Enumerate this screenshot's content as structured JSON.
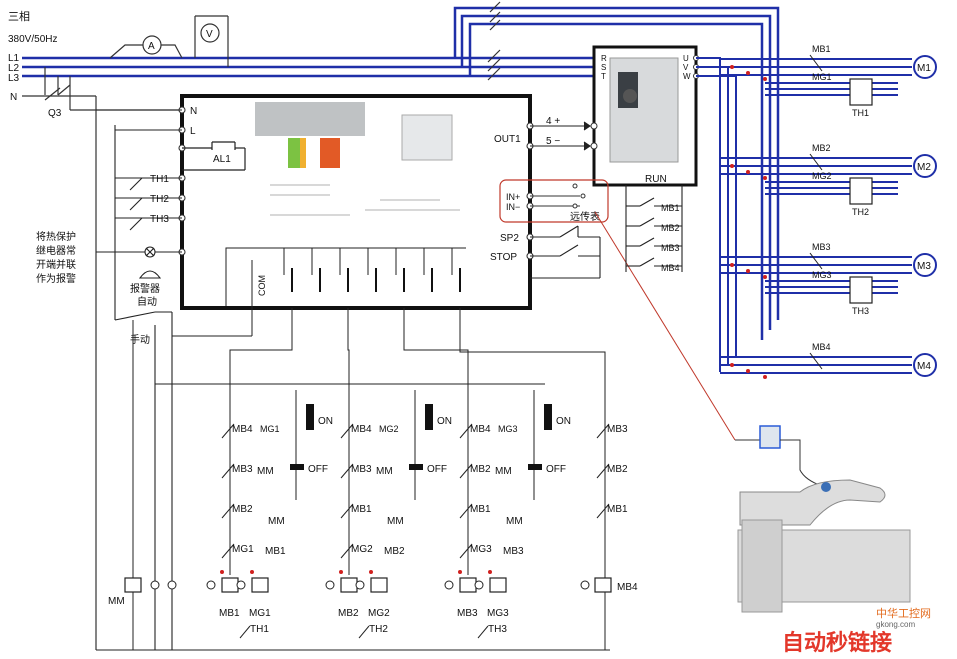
{
  "supply": {
    "title": "三相",
    "spec": "380V/50Hz",
    "phases": [
      "L1",
      "L2",
      "L3"
    ],
    "neutral": "N",
    "breaker": "Q3"
  },
  "meters": {
    "ammeter": "A",
    "voltmeter": "V"
  },
  "controller": {
    "term_n": "N",
    "term_l": "L",
    "alarm_out": "AL1",
    "common": "COM",
    "out1": "OUT1",
    "out_plus": "4 +",
    "out_minus": "5 −"
  },
  "thermal_contacts": [
    "TH1",
    "TH2",
    "TH3"
  ],
  "alarm_note": [
    "将热保护",
    "继电器常",
    "开端并联",
    "作为报警"
  ],
  "alarm_label": "报警器",
  "mode": {
    "auto": "自动",
    "manual": "手动"
  },
  "vfd": {
    "terminals_in": [
      "R",
      "S",
      "T"
    ],
    "terminals_out": [
      "U",
      "V",
      "W"
    ],
    "run": "RUN",
    "in_plus": "IN+",
    "in_minus": "IN−",
    "remote": "远传表",
    "sp2": "SP2",
    "stop": "STOP"
  },
  "run_contacts": [
    "MB1",
    "MB2",
    "MB3",
    "MB4"
  ],
  "motors": [
    {
      "name": "M1",
      "mb": "MB1",
      "mg": "MG1",
      "th": "TH1"
    },
    {
      "name": "M2",
      "mb": "MB2",
      "mg": "MG2",
      "th": "TH2"
    },
    {
      "name": "M3",
      "mb": "MB3",
      "mg": "MG3",
      "th": "TH3"
    },
    {
      "name": "M4",
      "mb": "MB4",
      "mg": "",
      "th": ""
    }
  ],
  "ladder": {
    "on": "ON",
    "off": "OFF",
    "mm": "MM",
    "groups": [
      {
        "mg": "MG1",
        "chain": [
          "MB4",
          "MB3",
          "MB2",
          "MG1"
        ],
        "coils": [
          "MB1",
          "MG1"
        ],
        "interlock": "MB1",
        "th": "TH1"
      },
      {
        "mg": "MG2",
        "chain": [
          "MB4",
          "MB3",
          "MB1",
          "MG2"
        ],
        "coils": [
          "MB2",
          "MG2"
        ],
        "interlock": "MB2",
        "th": "TH2"
      },
      {
        "mg": "MG3",
        "chain": [
          "MB4",
          "MB2",
          "MB1",
          "MG3"
        ],
        "coils": [
          "MB3",
          "MG3"
        ],
        "interlock": "MB3",
        "th": "TH3"
      }
    ],
    "last_chain": [
      "MB3",
      "MB2",
      "MB1"
    ],
    "last_coil": "MB4",
    "mm_coil": "MM"
  },
  "watermark": {
    "top": "中华工控网",
    "url": "gkong.com",
    "main": "自动秒链接"
  },
  "colors": {
    "bus": "#1f2fa8",
    "wire": "#2a2a2a",
    "dot": "#d0201e",
    "highlight": "#c0392b",
    "mark_orange": "#f0a020",
    "mark_blue": "#2a5bd7"
  }
}
